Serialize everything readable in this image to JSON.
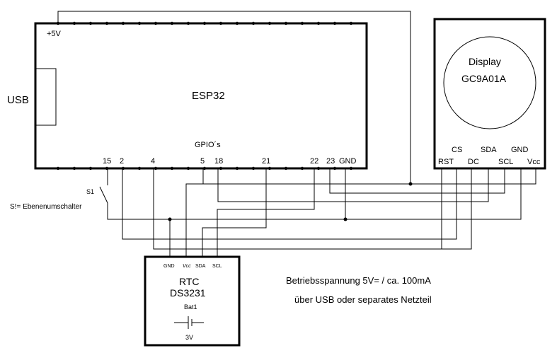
{
  "usb_label": "USB",
  "esp32": {
    "title": "ESP32",
    "power_label": "+5V",
    "gpio_label": "GPIO´s",
    "pins": [
      "15",
      "2",
      "4",
      "5",
      "18",
      "21",
      "22",
      "23",
      "GND"
    ]
  },
  "display": {
    "line1": "Display",
    "line2": "GC9A01A",
    "pins_top": [
      "CS",
      "SDA",
      "GND"
    ],
    "pins_bottom": [
      "RST",
      "DC",
      "SCL",
      "Vcc"
    ]
  },
  "switch": {
    "ref": "S1",
    "description": "S!= Ebenenumschalter"
  },
  "rtc": {
    "line1": "RTC",
    "line2": "DS3231",
    "pins": [
      "GND",
      "Vcc",
      "SDA",
      "SCL"
    ],
    "battery_ref": "Bat1",
    "battery_voltage": "3V"
  },
  "notes": {
    "line1": "Betriebsspannung  5V= / ca. 100mA",
    "line2": "über USB oder separates Netzteil"
  }
}
